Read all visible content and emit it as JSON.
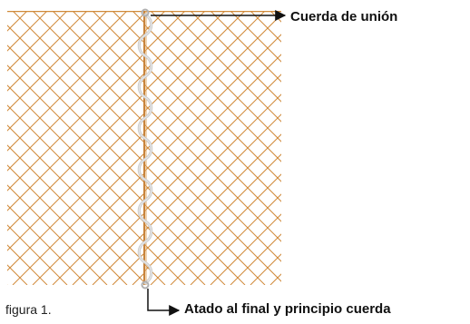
{
  "figure": {
    "caption": "figura 1.",
    "labels": {
      "joining_rope": "Cuerda de unión",
      "tie_note": "Atado al final y principio cuerda"
    },
    "colors": {
      "mesh": "#d08a3a",
      "rope": "#c9c9c9",
      "pole": "#c8843c",
      "arrow": "#111111"
    }
  }
}
